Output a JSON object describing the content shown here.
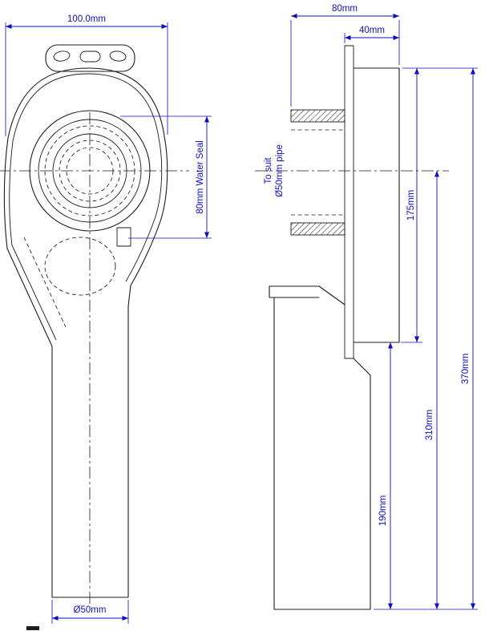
{
  "drawing": {
    "name": "urinal-bottle-trap-technical-drawing",
    "colors": {
      "dimension": "#0f0fc0",
      "outline": "#1b1b1b",
      "background": "#ffffff"
    },
    "front_view": {
      "width_dim": "100.0mm",
      "water_seal_dim": "80mm Water Seal",
      "outlet_dim": "Ø50mm"
    },
    "side_view": {
      "depth_dim": "80mm",
      "body_depth_dim": "40mm",
      "inlet_note": {
        "line1": "To suit",
        "line2": "Ø50mm pipe"
      },
      "upper_height_dim": "175mm",
      "overall_height_dim": "370mm",
      "centre_to_outlet_dim": "310mm",
      "lower_height_dim": "190mm"
    }
  }
}
